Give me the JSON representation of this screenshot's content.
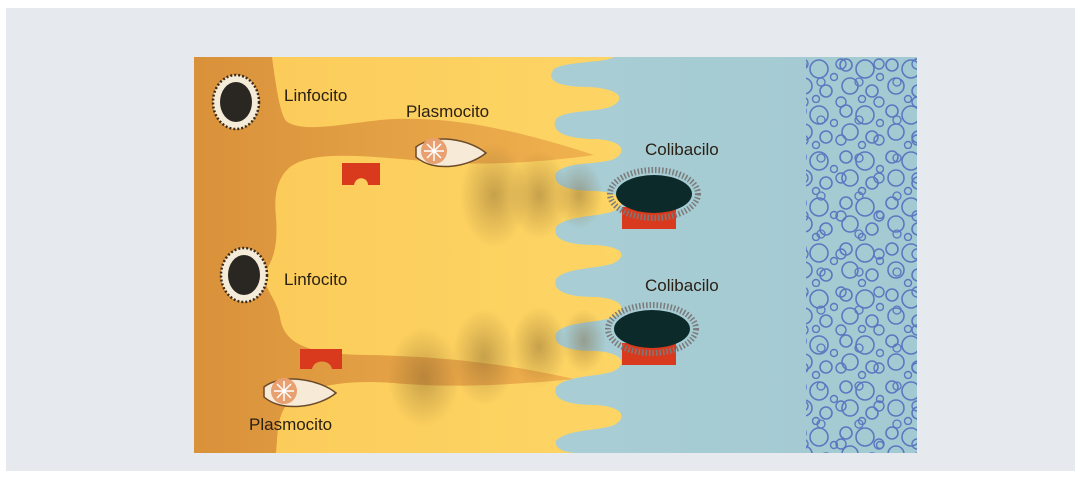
{
  "labels": {
    "linfocito_top": "Linfocito",
    "plasmocito_top": "Plasmocito",
    "colibacilo_top": "Colibacilo",
    "linfocito_mid": "Linfocito",
    "colibacilo_mid": "Colibacilo",
    "plasmocito_bottom": "Plasmocito"
  },
  "colors": {
    "background_panel": "#e6eaee",
    "tissue_dark": "#dd9a3c",
    "epithelium": "#fbd060",
    "lumen": "#a6cdd3",
    "mucus_bubbles": "#5a78c0",
    "antibody": "#d93a1e",
    "bacterium": "#0d2a2a"
  }
}
